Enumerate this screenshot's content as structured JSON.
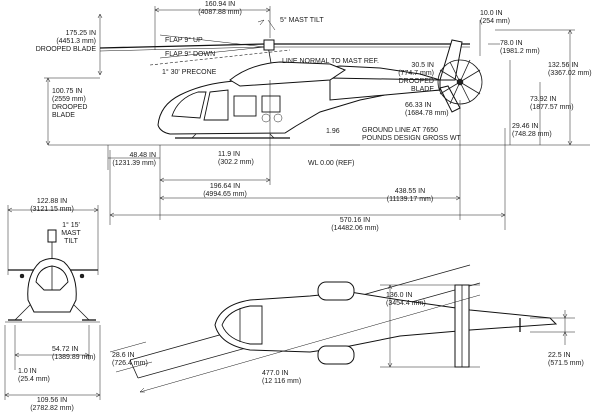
{
  "side_view": {
    "rotor_span": {
      "imperial": "160.94 IN",
      "metric": "(4087.88 mm)"
    },
    "mast_tilt": "5° MAST TILT",
    "flap_up": "FLAP 9° UP",
    "flap_down": "FLAP 9° DOWN",
    "precone": "1° 30' PRECONE",
    "line_normal": "LINE NORMAL TO MAST REF.",
    "drooped_blade_top": {
      "imperial": "175.25 IN",
      "metric": "(4451.3 mm)",
      "note": "DROOPED BLADE"
    },
    "drooped_blade_mid": {
      "imperial": "100.75 IN",
      "metric": "(2559 mm)",
      "note_1": "DROOPED",
      "note_2": "BLADE"
    },
    "tail_rotor_offset": {
      "imperial": "10.0 IN",
      "metric": "(254 mm)"
    },
    "tail_rotor_dia": {
      "imperial": "78.0 IN",
      "metric": "(1981.2 mm)"
    },
    "overall_height": {
      "imperial": "132.56 IN",
      "metric": "(3367.02 mm)"
    },
    "tail_drooped": {
      "imperial": "30.5 IN",
      "metric": "(774.7 mm)",
      "note_1": "DROOPED",
      "note_2": "BLADE"
    },
    "tail_rotor_ground": {
      "imperial": "66.33 IN",
      "metric": "(1684.78 mm)"
    },
    "tail_hub_height": {
      "imperial": "73.92 IN",
      "metric": "(1877.57 mm)"
    },
    "tail_skid_clear": {
      "imperial": "29.46 IN",
      "metric": "(748.28 mm)"
    },
    "ground_clear": "1.96",
    "ground_line": "GROUND LINE AT 7650",
    "ground_line_2": "POUNDS DESIGN GROSS WT",
    "nose_to_datum": {
      "imperial": "48.48 IN",
      "metric": "(1231.39 mm)"
    },
    "skid_offset": {
      "imperial": "11.9 IN",
      "metric": "(302.2 mm)"
    },
    "waterline": "WL 0.00 (REF)",
    "mast_station": {
      "imperial": "196.64 IN",
      "metric": "(4994.65 mm)"
    },
    "tail_station": {
      "imperial": "438.55 IN",
      "metric": "(11139.17 mm)"
    },
    "overall_length": {
      "imperial": "570.16 IN",
      "metric": "(14482.06 mm)"
    }
  },
  "front_view": {
    "width_top": {
      "imperial": "122.88 IN",
      "metric": "(3121.15 mm)"
    },
    "mast_tilt_1": "1° 15'",
    "mast_tilt_2": "MAST",
    "mast_tilt_3": "TILT",
    "skid_width": {
      "imperial": "54.72 IN",
      "metric": "(1389.89 mm)"
    },
    "skid_height": {
      "imperial": "1.0 IN",
      "metric": "(25.4 mm)"
    },
    "overall_width": {
      "imperial": "109.56 IN",
      "metric": "(2782.82 mm)"
    }
  },
  "top_view": {
    "tail_span": {
      "imperial": "136.0 IN",
      "metric": "(3454.4 mm)"
    },
    "blade_chord": {
      "imperial": "28.6 IN",
      "metric": "(726.4 mm)"
    },
    "blade_length": {
      "imperial": "477.0 IN",
      "metric": "(12 116 mm)"
    },
    "tail_chord": {
      "imperial": "22.5 IN",
      "metric": "(571.5 mm)"
    }
  }
}
